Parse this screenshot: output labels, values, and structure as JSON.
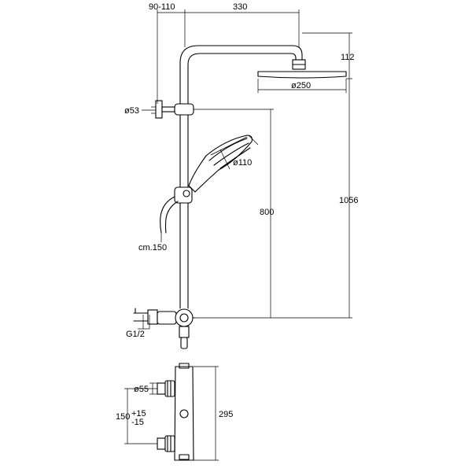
{
  "dimensions": {
    "wall_offset": "90-110",
    "arm_length": "330",
    "head_drop": "112",
    "head_diameter": "ø250",
    "bracket_diameter": "ø53",
    "hand_shower_diameter": "ø110",
    "bar_height": "800",
    "total_height": "1056",
    "hose_length": "cm.150",
    "inlet_thread": "G1/2",
    "inlet_diameter": "ø55",
    "center_distance": "150",
    "tolerance_plus": "+15",
    "tolerance_minus": "-15",
    "valve_height": "295"
  }
}
